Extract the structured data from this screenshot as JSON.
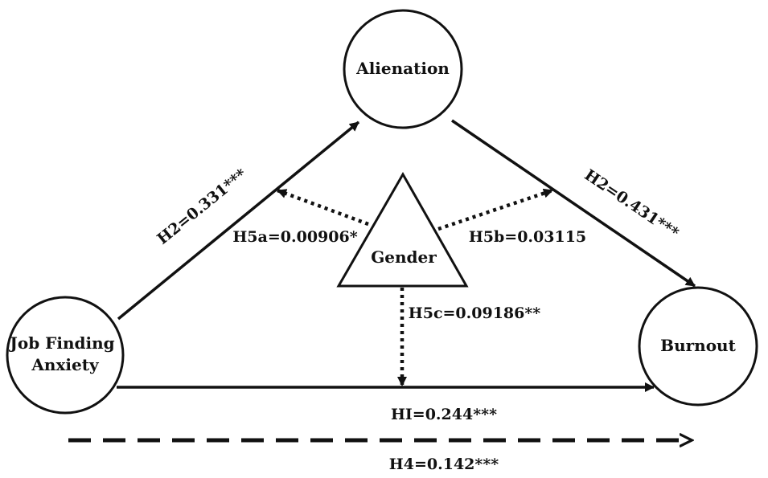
{
  "colors": {
    "stroke": "#111111",
    "background": "#ffffff"
  },
  "nodes": {
    "alienation": "Alienation",
    "gender": "Gender",
    "job_finding_anxiety": [
      "Job Finding",
      "Anxiety"
    ],
    "burnout": "Burnout"
  },
  "edges": {
    "anxiety_to_alienation": "H2=0.331***",
    "alienation_to_burnout": "H2=0.431***",
    "anxiety_to_burnout": "HI=0.244***",
    "indirect_effect": "H4=0.142***",
    "gender_to_anxiety_alienation": "H5a=0.00906*",
    "gender_to_alienation_burnout": "H5b=0.03115",
    "gender_to_anxiety_burnout": "H5c=0.09186**"
  }
}
